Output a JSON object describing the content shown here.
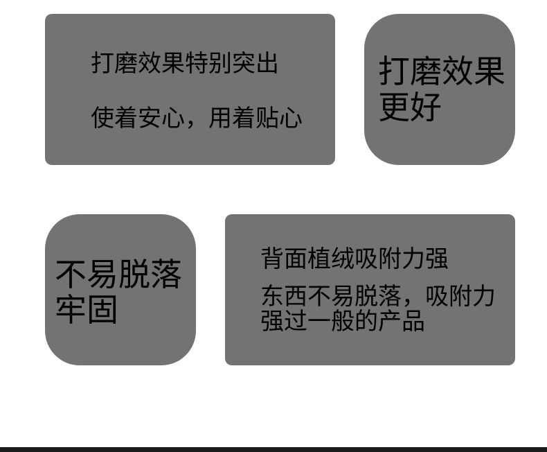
{
  "colors": {
    "card_background": "#737373",
    "text": "#000000",
    "page_background": "#ffffff",
    "bottom_bar": "#1a1a1a"
  },
  "cards": [
    {
      "lines": [
        "打磨效果特别突出",
        "使着安心，用着贴心"
      ]
    },
    {
      "lines": [
        "打磨效果",
        "更好"
      ]
    },
    {
      "lines": [
        "不易脱落",
        "牢固"
      ]
    },
    {
      "lines": [
        "背面植绒吸附力强",
        "东西不易脱落，吸附力",
        "强过一般的产品"
      ]
    }
  ]
}
